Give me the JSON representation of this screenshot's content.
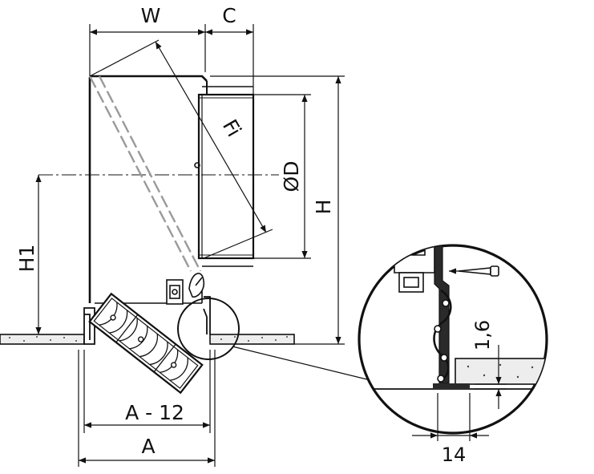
{
  "dimensions": {
    "w": "W",
    "c": "C",
    "fi": "Fi",
    "od": "ØD",
    "h": "H",
    "h1": "H1",
    "a_minus_12": "A - 12",
    "a": "A",
    "gap_thickness": "1,6",
    "gap_width": "14"
  },
  "colors": {
    "line": "#111111",
    "floor_fill": "#e9e9e9",
    "hatch_fill": "#dcdcdc",
    "dash": "#9a9a9a"
  }
}
